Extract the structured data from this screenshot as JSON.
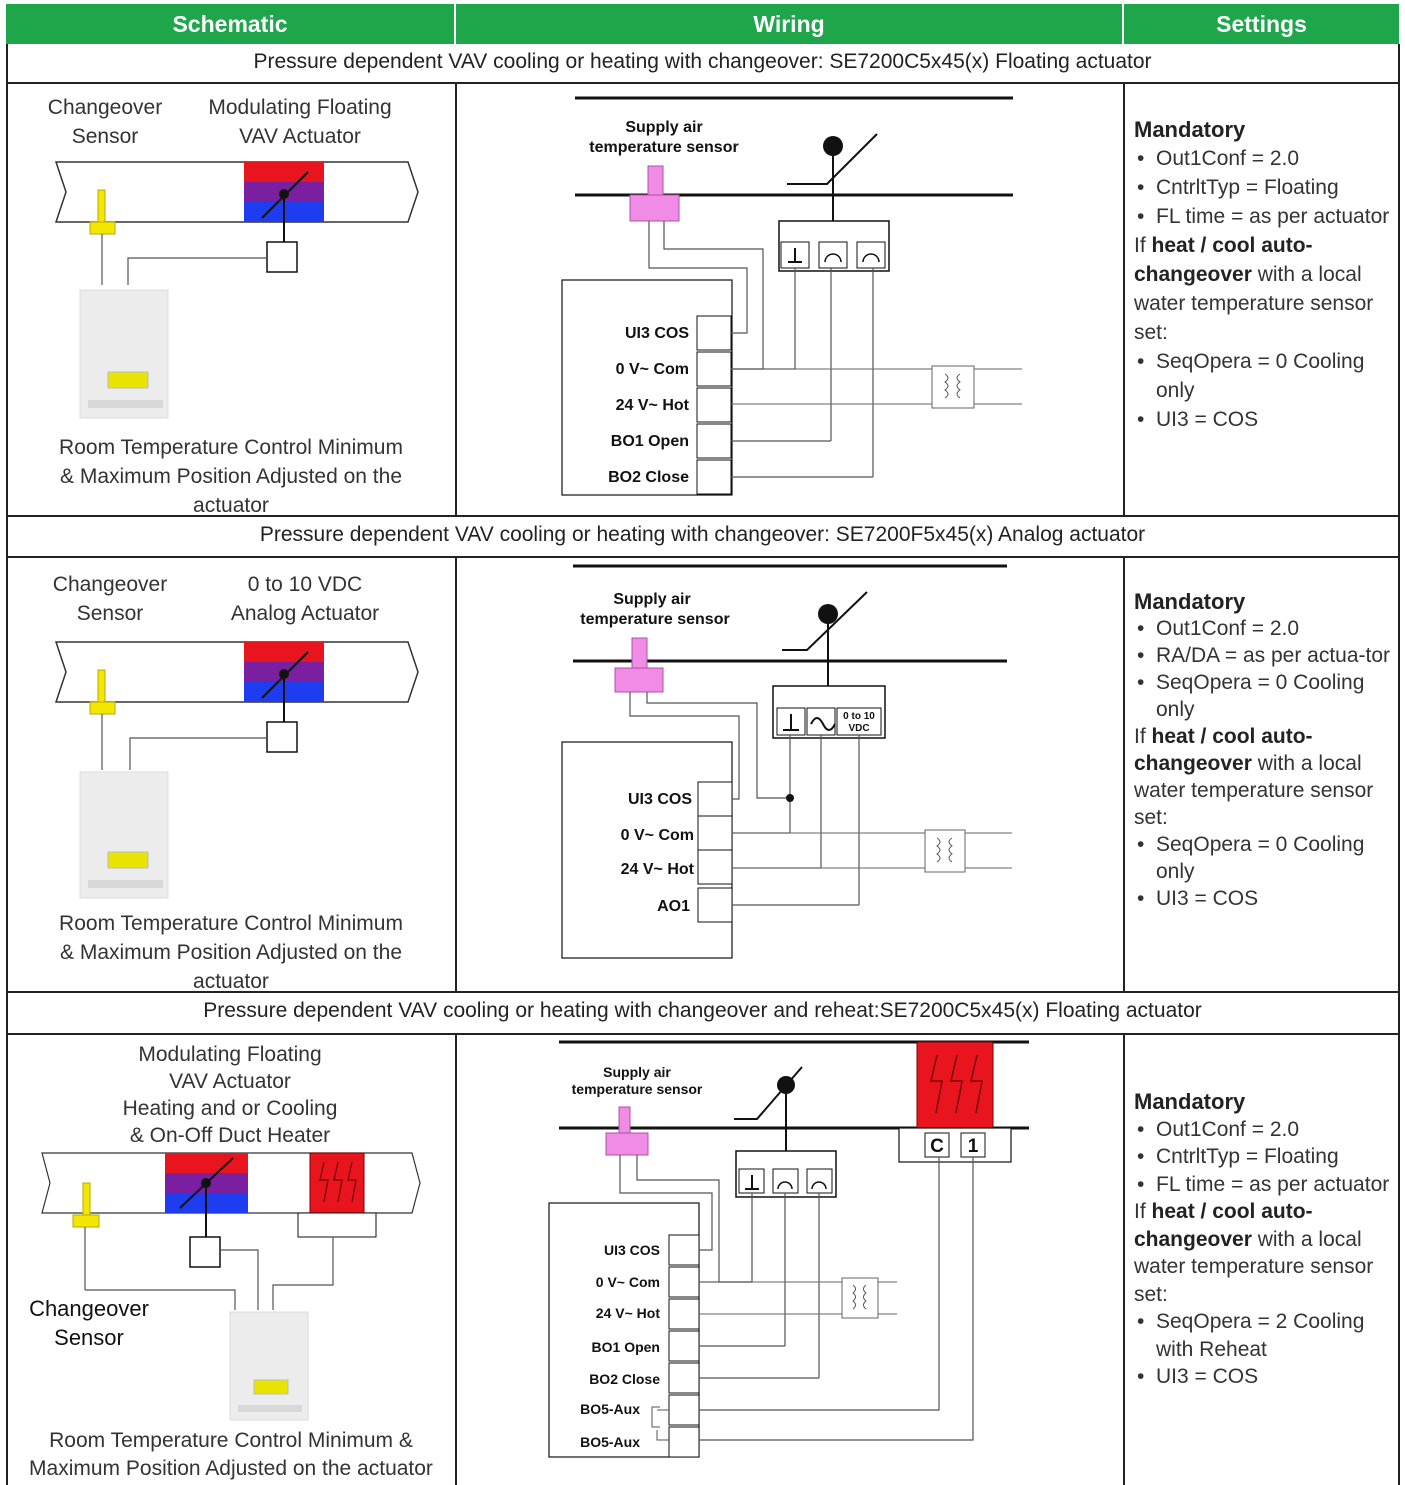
{
  "headers": {
    "schematic": "Schematic",
    "wiring": "Wiring",
    "settings": "Settings"
  },
  "colors": {
    "header_green": "#1fa64a",
    "duct_red": "#e8141e",
    "duct_purple": "#7a1fa0",
    "duct_blue": "#1e3cf0",
    "sensor_yellow": "#f3e600",
    "sensor_pink": "#f08ce6"
  },
  "sections": [
    {
      "title": "Pressure dependent VAV cooling or heating with changeover: SE7200C5x45(x) Floating actuator",
      "schematic": {
        "label_left": [
          "Changeover",
          "Sensor"
        ],
        "label_right": [
          "Modulating Floating",
          "VAV Actuator"
        ],
        "caption": [
          "Room Temperature Control Minimum",
          "& Maximum Position Adjusted on the",
          "actuator"
        ]
      },
      "wiring": {
        "sensor_label": [
          "Supply air",
          "temperature sensor"
        ],
        "terminals": [
          "UI3 COS",
          "0 V~ Com",
          "24 V~ Hot",
          "BO1 Open",
          "BO2 Close"
        ]
      },
      "settings": {
        "mandatory": "Mandatory",
        "items1": [
          "Out1Conf  = 2.0",
          "CntrltTyp = Floating",
          "FL time = as per actuator"
        ],
        "if_pre": "If ",
        "if_bold": "heat / cool auto-changeover",
        "if_post": " with a local water temperature sensor set:",
        "items2": [
          "SeqOpera = 0 Cooling only",
          "UI3 = COS"
        ]
      }
    },
    {
      "title": "Pressure dependent VAV cooling or heating with changeover: SE7200F5x45(x) Analog actuator",
      "schematic": {
        "label_left": [
          "Changeover",
          "Sensor"
        ],
        "label_right": [
          "0 to 10 VDC",
          "Analog Actuator"
        ],
        "caption": [
          "Room Temperature Control Minimum",
          "& Maximum Position Adjusted on the",
          "actuator"
        ]
      },
      "wiring": {
        "sensor_label": [
          "Supply air",
          "temperature sensor"
        ],
        "terminals": [
          "UI3 COS",
          "0 V~ Com",
          "24 V~ Hot",
          "AO1"
        ],
        "vdc_label": [
          "0 to 10",
          "VDC"
        ]
      },
      "settings": {
        "mandatory": "Mandatory",
        "items1": [
          "Out1Conf  = 2.0",
          "RA/DA = as per actua-tor",
          "SeqOpera = 0 Cooling only"
        ],
        "if_pre": "If ",
        "if_bold": "heat / cool auto-changeover",
        "if_post": " with a local water temperature sensor set:",
        "items2": [
          "SeqOpera = 0 Cooling only",
          "UI3 = COS"
        ]
      }
    },
    {
      "title": "Pressure dependent VAV cooling or heating with changeover and reheat:SE7200C5x45(x) Floating actuator",
      "schematic": {
        "label_top": [
          "Modulating Floating",
          "VAV Actuator",
          "Heating and or Cooling",
          "& On-Off  Duct Heater"
        ],
        "label_left": [
          "Changeover",
          "Sensor"
        ],
        "caption": [
          "Room Temperature Control Minimum &",
          "Maximum Position Adjusted on the actuator"
        ]
      },
      "wiring": {
        "sensor_label": [
          "Supply air",
          "temperature sensor"
        ],
        "terminals": [
          "UI3 COS",
          "0 V~ Com",
          "24 V~ Hot",
          "BO1 Open",
          "BO2 Close",
          "BO5-Aux",
          "BO5-Aux"
        ],
        "heater_terminals": [
          "C",
          "1"
        ]
      },
      "settings": {
        "mandatory": "Mandatory",
        "items1": [
          "Out1Conf  = 2.0",
          "CntrltTyp = Floating",
          "FL time = as per actuator"
        ],
        "if_pre": "If ",
        "if_bold": "heat / cool auto-changeover",
        "if_post": " with a local water temperature sensor set:",
        "items2": [
          "SeqOpera = 2 Cooling with Reheat",
          "UI3 = COS"
        ]
      }
    }
  ]
}
